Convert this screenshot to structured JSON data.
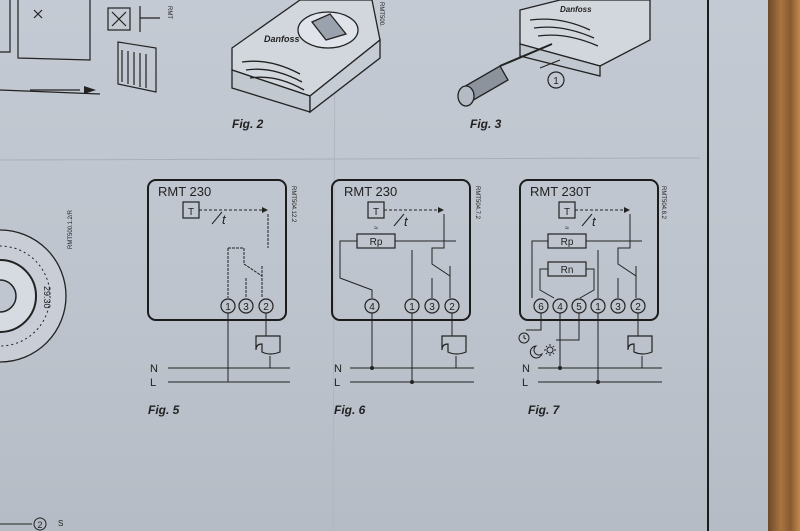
{
  "figures": {
    "fig2": "Fig. 2",
    "fig3": "Fig. 3",
    "fig5": "Fig. 5",
    "fig6": "Fig. 6",
    "fig7": "Fig. 7"
  },
  "fig3_callout": "1",
  "dial_label": "29.30",
  "codes": {
    "top_fig2": "RMT500.",
    "left_dial": "RMT500.1.2/R",
    "fig5": "RMT504.12.2",
    "fig6": "RMT504.7.2",
    "fig7": "RMT504.8.2"
  },
  "panels": {
    "p5": {
      "title": "RMT 230",
      "thermo": "T",
      "t": "t",
      "terminals": [
        "1",
        "3",
        "2"
      ]
    },
    "p6": {
      "title": "RMT 230",
      "thermo": "T",
      "t": "t",
      "resistor": "Rp",
      "terminals": [
        "4",
        "1",
        "3",
        "2"
      ]
    },
    "p7": {
      "title": "RMT 230T",
      "thermo": "T",
      "t": "t",
      "resistor1": "Rp",
      "resistor2": "Rn",
      "terminals": [
        "6",
        "4",
        "5",
        "1",
        "3",
        "2"
      ]
    }
  },
  "lines": {
    "neutral": "N",
    "live": "L"
  },
  "bottom_left": {
    "num": "2",
    "mark": "S"
  }
}
